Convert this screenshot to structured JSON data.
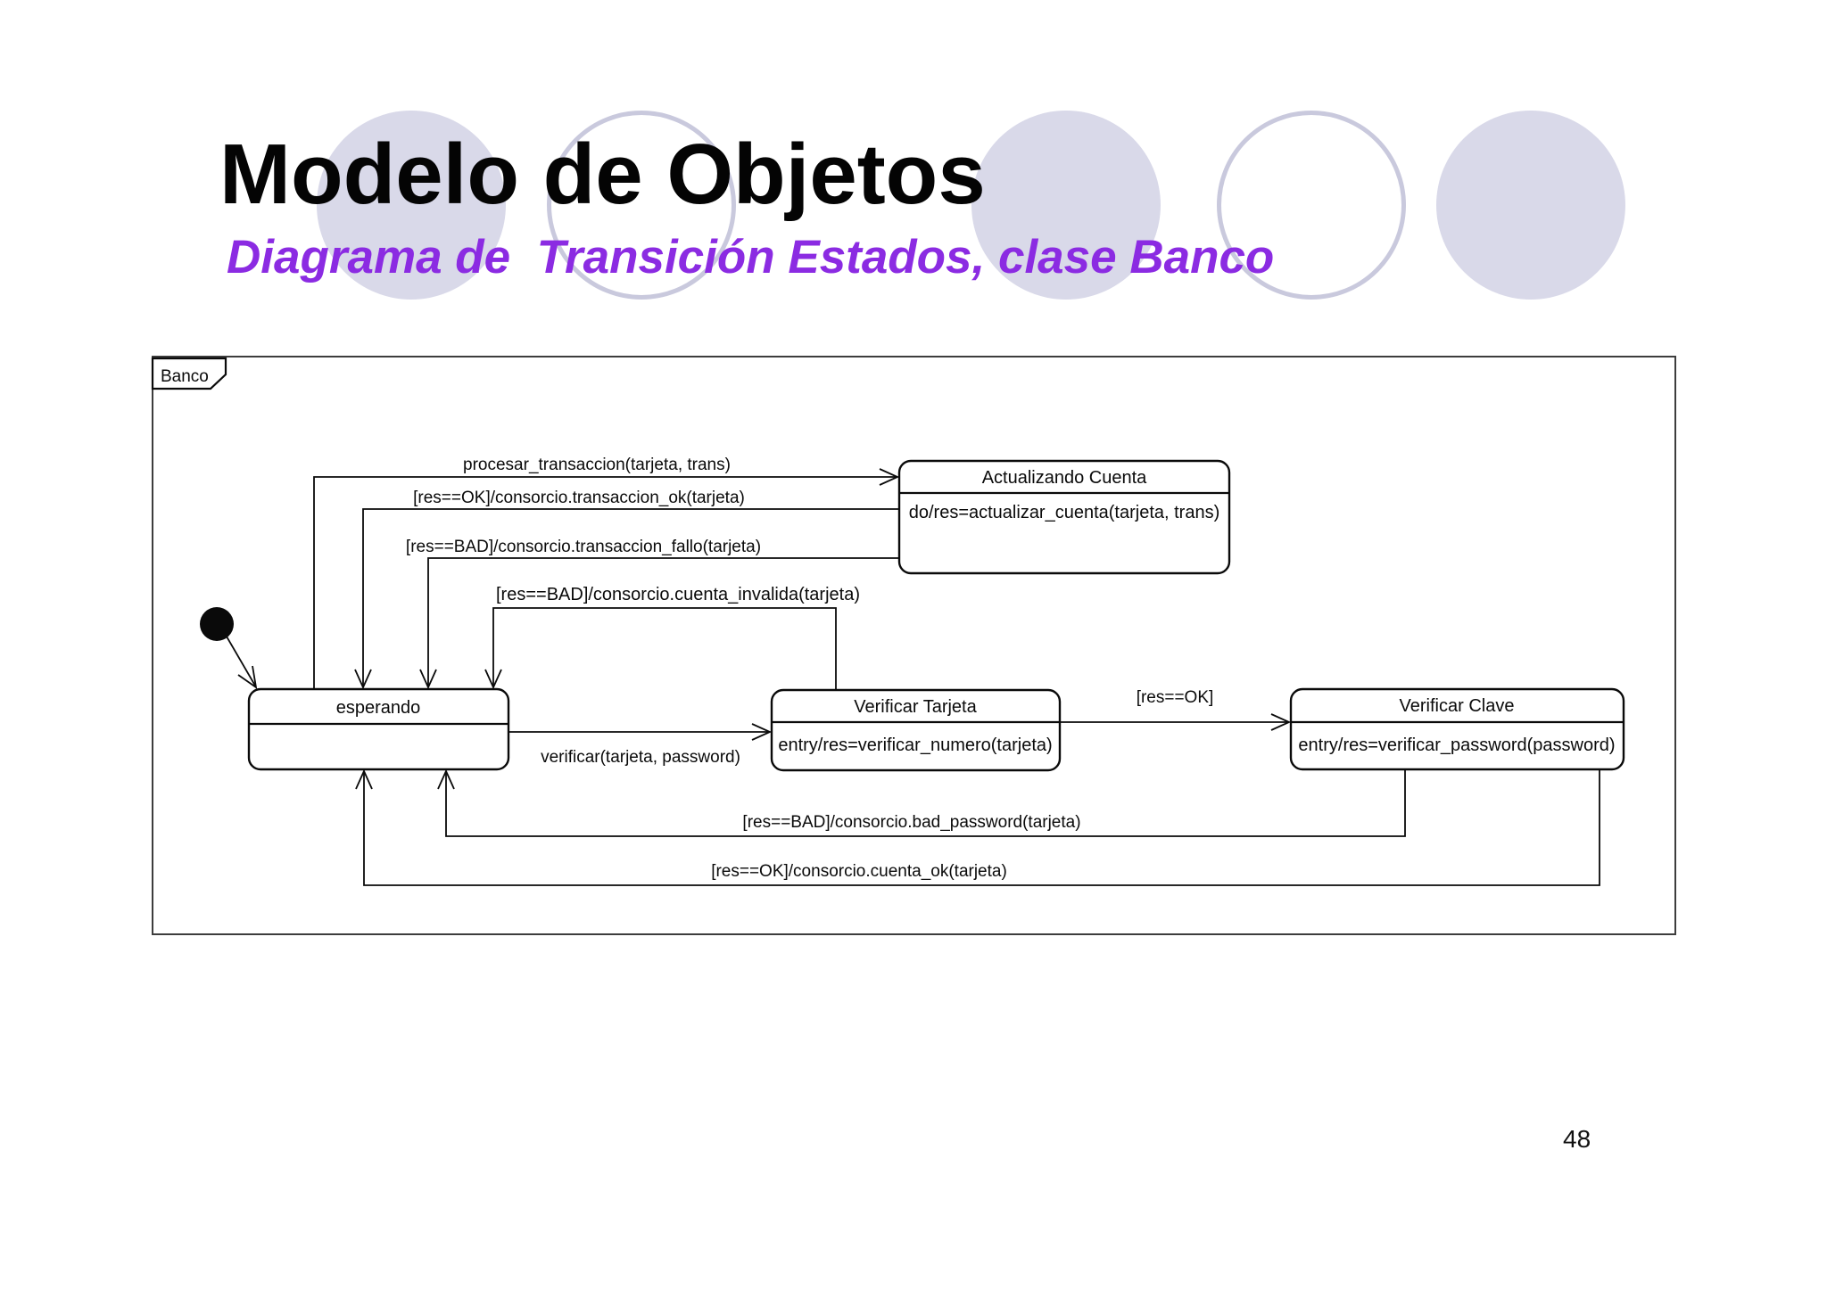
{
  "slide": {
    "title": "Modelo de Objetos",
    "subtitle": "Diagrama de  Transición Estados, clase Banco",
    "page_number": "48",
    "colors": {
      "title": "#040404",
      "subtitle_accent": "#8b2be2",
      "circle_fill": "#d9d9e9",
      "circle_outline": "#c9c9dd",
      "diagram_line": "#0a0a0a"
    }
  },
  "diagram": {
    "frame_label": "Banco",
    "states": [
      {
        "id": "esperando",
        "name": "esperando",
        "activity": ""
      },
      {
        "id": "actualizando-cuenta",
        "name": "Actualizando Cuenta",
        "activity": "do/res=actualizar_cuenta(tarjeta, trans)"
      },
      {
        "id": "verificar-tarjeta",
        "name": "Verificar Tarjeta",
        "activity": "entry/res=verificar_numero(tarjeta)"
      },
      {
        "id": "verificar-clave",
        "name": "Verificar Clave",
        "activity": "entry/res=verificar_password(password)"
      }
    ],
    "transitions": [
      {
        "from": "esperando",
        "to": "Actualizando Cuenta",
        "label": "procesar_transaccion(tarjeta, trans)"
      },
      {
        "from": "Actualizando Cuenta",
        "to": "esperando",
        "label": "[res==OK]/consorcio.transaccion_ok(tarjeta)"
      },
      {
        "from": "Actualizando Cuenta",
        "to": "esperando",
        "label": "[res==BAD]/consorcio.transaccion_fallo(tarjeta)"
      },
      {
        "from": "Verificar Tarjeta",
        "to": "esperando",
        "label": "[res==BAD]/consorcio.cuenta_invalida(tarjeta)"
      },
      {
        "from": "esperando",
        "to": "Verificar Tarjeta",
        "label": "verificar(tarjeta, password)"
      },
      {
        "from": "Verificar Tarjeta",
        "to": "Verificar Clave",
        "label": "[res==OK]"
      },
      {
        "from": "Verificar Clave",
        "to": "esperando",
        "label": "[res==BAD]/consorcio.bad_password(tarjeta)"
      },
      {
        "from": "Verificar Clave",
        "to": "esperando",
        "label": "[res==OK]/consorcio.cuenta_ok(tarjeta)"
      }
    ]
  }
}
